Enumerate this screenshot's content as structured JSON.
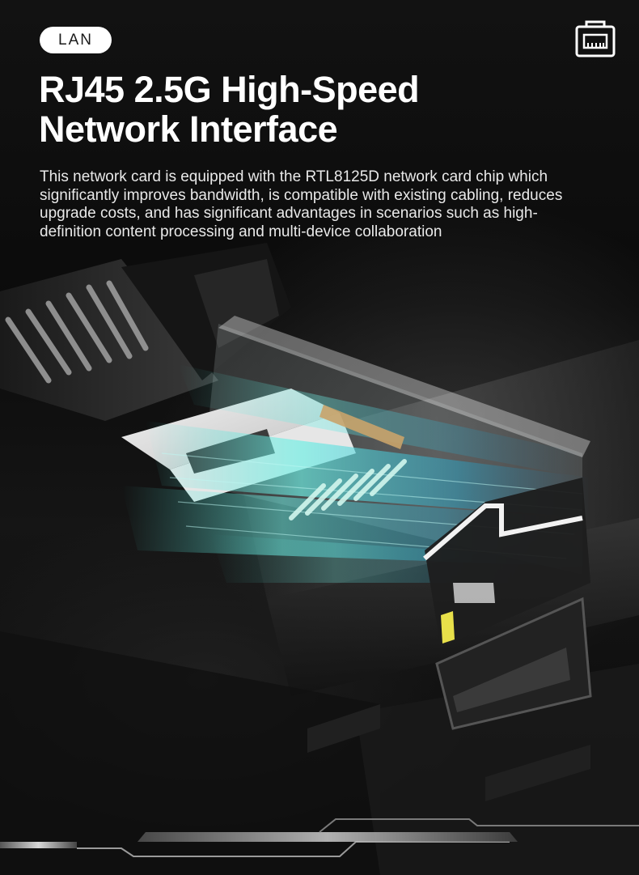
{
  "badge": {
    "label": "LAN"
  },
  "icons": {
    "top_right": "ethernet-port-icon"
  },
  "headline": {
    "line1": "RJ45 2.5G High-Speed",
    "line2": "Network Interface"
  },
  "description": "This network card is equipped with the RTL8125D network card chip which significantly improves bandwidth, is compatible with existing cabling, reduces upgrade costs, and has significant advantages in scenarios such as high-definition content processing and multi-device collaboration",
  "colors": {
    "background": "#0a0a0a",
    "text": "#ffffff",
    "accent_cyan": "#4fe3d8",
    "gold_contacts": "#c9a36a"
  }
}
